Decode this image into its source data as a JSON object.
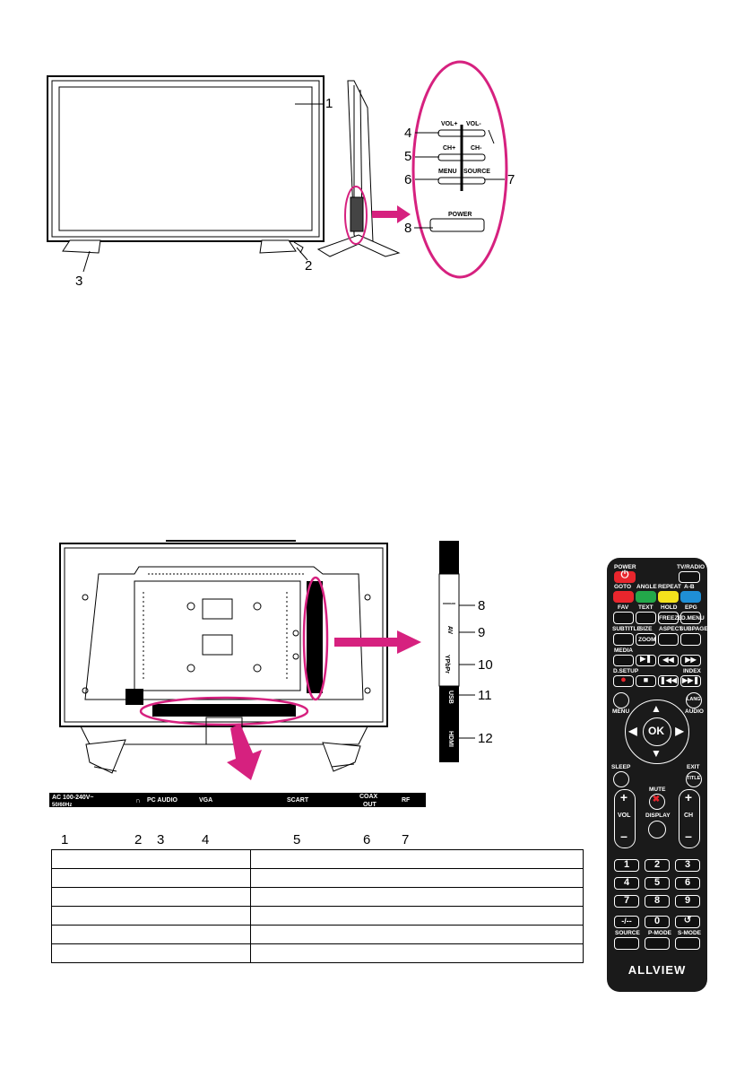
{
  "front_diagram": {
    "callouts": [
      "1",
      "2",
      "3",
      "4",
      "5",
      "6",
      "7",
      "8"
    ],
    "buttons": {
      "vol_plus": "VOL+",
      "vol_minus": "VOL-",
      "ch_plus": "CH+",
      "ch_minus": "CH-",
      "menu": "MENU",
      "source": "SOURCE",
      "power": "POWER"
    }
  },
  "back_diagram": {
    "side_callouts": [
      "8",
      "9",
      "10",
      "11",
      "12"
    ],
    "side_ports": [
      "CI+",
      "AV",
      "YPbPr",
      "USB",
      "HDMI"
    ],
    "bottom_callouts": [
      "1",
      "2",
      "3",
      "4",
      "5",
      "6",
      "7"
    ],
    "bottom_ports": {
      "ac": "AC 100-240V~",
      "ac_freq": "50/60Hz",
      "pc_audio": "PC AUDIO",
      "vga": "VGA",
      "scart": "SCART",
      "coax": "COAX",
      "coax_out": "OUT",
      "rf": "RF"
    }
  },
  "remote": {
    "brand": "ALLVIEW",
    "labels": {
      "power": "POWER",
      "tv_radio": "TV/RADIO",
      "goto": "GOTO",
      "angle": "ANGLE",
      "repeat": "REPEAT",
      "a_b": "A-B",
      "fav": "FAV",
      "text": "TEXT",
      "hold": "HOLD",
      "epg": "EPG",
      "freeze": "FREEZE",
      "d_menu": "D.MENU",
      "subtitle": "SUBTITLE",
      "size": "SIZE",
      "zoom": "ZOOM",
      "aspect": "ASPECT",
      "subpage": "SUBPAGE",
      "media": "MEDIA",
      "d_setup": "D.SETUP",
      "index": "INDEX",
      "menu": "MENU",
      "lang": "LANG",
      "audio": "AUDIO",
      "ok": "OK",
      "sleep": "SLEEP",
      "exit": "EXIT",
      "title": "TITLE",
      "mute": "MUTE",
      "vol": "VOL",
      "ch": "CH",
      "display": "DISPLAY",
      "dash": "-/--",
      "source": "SOURCE",
      "p_mode": "P-MODE",
      "s_mode": "S-MODE"
    },
    "digits": [
      "1",
      "2",
      "3",
      "4",
      "5",
      "6",
      "7",
      "8",
      "9",
      "0"
    ],
    "colors": {
      "body": "#1a1a1a",
      "red": "#e8262d",
      "green": "#23a84a",
      "yellow": "#f4e21c",
      "blue": "#1f8fd6",
      "accent_pink": "#d6217f"
    }
  },
  "table": {
    "rows": [
      [
        "",
        ""
      ],
      [
        "",
        ""
      ],
      [
        "",
        ""
      ],
      [
        "",
        ""
      ],
      [
        "",
        ""
      ],
      [
        "",
        ""
      ]
    ]
  }
}
